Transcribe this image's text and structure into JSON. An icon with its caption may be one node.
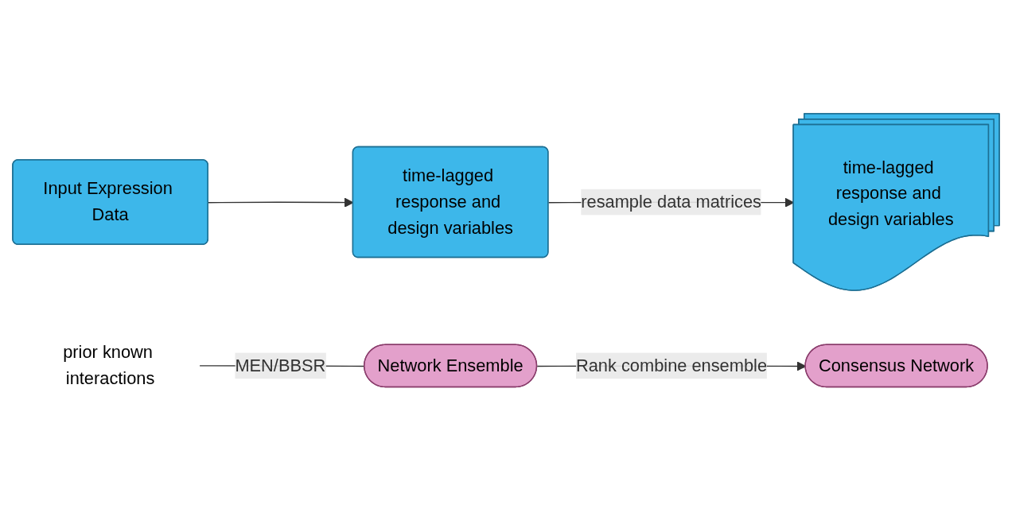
{
  "diagram": {
    "nodes": [
      {
        "text": [
          "Input Expression Data"
        ]
      },
      {
        "text": [
          "time-lagged response and design variables"
        ]
      },
      {
        "text": [
          "time-lagged response and design variables"
        ]
      },
      {
        "text": [
          "prior known interactions"
        ]
      },
      {
        "text": [
          "Network Ensemble"
        ]
      },
      {
        "text": [
          "Consensus Network"
        ]
      }
    ],
    "edges": [
      {
        "from": 0,
        "to": 1,
        "arrow": "to"
      },
      {
        "from": 1,
        "to": 2,
        "arrow": "to",
        "label": "resample data matrices"
      },
      {
        "from": 3,
        "to": 4,
        "arrow": "none",
        "label": "MEN/BBSR"
      },
      {
        "from": 4,
        "to": 5,
        "arrow": "to",
        "label": "Rank combine ensemble"
      }
    ]
  }
}
